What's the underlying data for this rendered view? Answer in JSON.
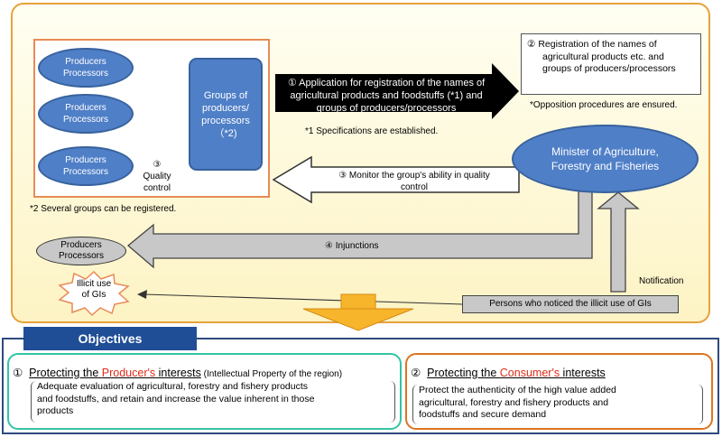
{
  "group_members": {
    "producer_1": [
      "Producers",
      "Processors"
    ],
    "producer_2": [
      "Producers",
      "Processors"
    ],
    "producer_3": [
      "Producers",
      "Processors"
    ],
    "group": [
      "Groups of",
      "producers/",
      "processors",
      "（*2)"
    ],
    "quality_control": [
      "③",
      "Quality",
      "control"
    ],
    "note2": "*2   Several groups can be registered."
  },
  "application": {
    "lines": [
      "①  Application for registration of the names of",
      "agricultural  products  and foodstuffs (*1) and",
      "groups of producers/processors"
    ],
    "note1": "*1   Specifications are established."
  },
  "registration": {
    "lines": [
      "②  Registration of the names of",
      "agricultural products etc. and",
      "groups of producers/processors"
    ],
    "opposition": "*Opposition procedures are ensured."
  },
  "minister": [
    "Minister of Agriculture,",
    "Forestry and Fisheries"
  ],
  "monitor": [
    "③  Monitor the group's ability in quality",
    "control"
  ],
  "injunctions": {
    "label": "④ Injunctions",
    "target": [
      "Producers",
      "Processors"
    ]
  },
  "illicit": {
    "bubble": [
      "Illicit use",
      "of GIs"
    ],
    "noticed": "Persons who noticed the illicit use of GIs",
    "notification": "Notification"
  },
  "objectives": {
    "title": "Objectives",
    "producer": {
      "num": "①",
      "pre": "Protecting the ",
      "highlight": "Producer's",
      "post": " interests",
      "sub": " (Intellectual Property of the region)",
      "desc": [
        "Adequate  evaluation of agricultural, forestry and fishery products",
        "and foodstuffs, and retain and increase the value inherent in those",
        "products"
      ]
    },
    "consumer": {
      "num": "②",
      "pre": "Protecting the ",
      "highlight": "Consumer's",
      "post": " interests",
      "desc": [
        "Protect the authenticity of the high value added",
        "agricultural, forestry and fishery products and",
        "foodstuffs and secure demand"
      ]
    }
  },
  "colors": {
    "blue": "#4f7fc7",
    "gray": "#c8c8c8",
    "teal": "#33c4a5",
    "orange": "#dd7420",
    "red": "#e02a18",
    "navy": "#1f4e96"
  }
}
